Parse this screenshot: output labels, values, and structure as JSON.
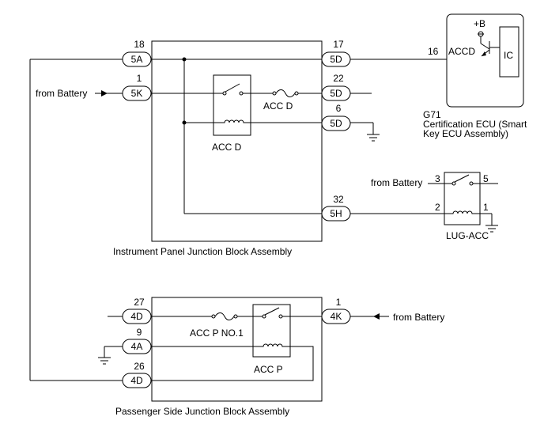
{
  "ip_jb": {
    "title": "Instrument Panel Junction Block Assembly",
    "relay_label": "ACC D",
    "fuse_label": "ACC D",
    "connectors": [
      {
        "pin": "18",
        "label": "5A"
      },
      {
        "pin": "1",
        "label": "5K"
      },
      {
        "pin": "17",
        "label": "5D"
      },
      {
        "pin": "22",
        "label": "5D"
      },
      {
        "pin": "6",
        "label": "5D"
      },
      {
        "pin": "32",
        "label": "5H"
      }
    ]
  },
  "ps_jb": {
    "title": "Passenger Side Junction Block Assembly",
    "relay_label": "ACC P",
    "fuse_label": "ACC P NO.1",
    "connectors": [
      {
        "pin": "27",
        "label": "4D"
      },
      {
        "pin": "9",
        "label": "4A"
      },
      {
        "pin": "26",
        "label": "4D"
      },
      {
        "pin": "1",
        "label": "4K"
      }
    ]
  },
  "ecu": {
    "code": "G71",
    "name_line1": "Certification ECU (Smart",
    "name_line2": "Key ECU Assembly)",
    "supply": "+B",
    "pin": "16",
    "terminal": "ACCD",
    "ic": "IC"
  },
  "lug_acc": {
    "label": "LUG-ACC",
    "pins": [
      "3",
      "5",
      "2",
      "1"
    ]
  },
  "battery": {
    "left": "from Battery",
    "lug": "from Battery",
    "ps": "from Battery"
  }
}
